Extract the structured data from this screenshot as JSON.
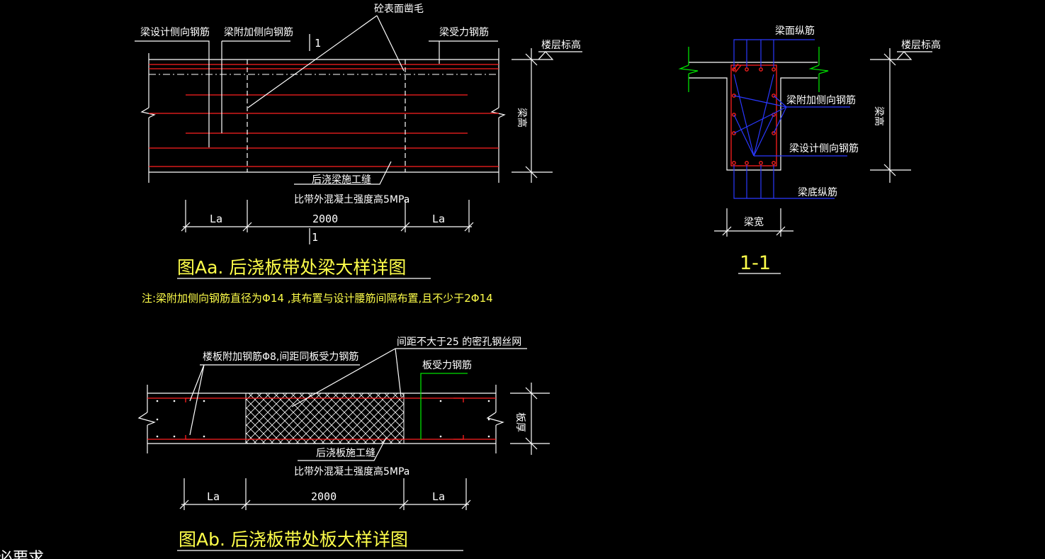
{
  "colors": {
    "background": "#000000",
    "line": "#ffffff",
    "rebar": "#ff2020",
    "section_rebar": "#2a38ff",
    "slab_line": "#00e000",
    "title": "#ffff4a"
  },
  "beam_detail": {
    "labels": {
      "beam_design_side_rebar": "梁设计侧向钢筋",
      "beam_extra_side_rebar": "梁附加侧向钢筋",
      "roughened_surface": "砼表面凿毛",
      "beam_main_rebar": "梁受力钢筋",
      "floor_elevation": "楼层标高",
      "beam_height": "梁高",
      "section_mark": "1",
      "construction_joint": "后浇梁施工缝",
      "strength_note": "比带外混凝土强度高5MPa"
    },
    "dimensions": [
      "La",
      "2000",
      "La"
    ],
    "title": "图Aa. 后浇板带处梁大样详图",
    "note": "注:梁附加侧向钢筋直径为Φ14 ,其布置与设计腰筋间隔布置,且不少于2Φ14"
  },
  "section_detail": {
    "labels": {
      "beam_top_rebar": "梁面纵筋",
      "floor_elevation": "楼层标高",
      "beam_extra_side_rebar": "梁附加侧向钢筋",
      "beam_height": "梁高",
      "beam_design_side_rebar": "梁设计侧向钢筋",
      "beam_bottom_rebar": "梁底纵筋",
      "beam_width": "梁宽"
    },
    "title": "1-1"
  },
  "slab_detail": {
    "labels": {
      "mesh": "间距不大于25 的密孔钢丝网",
      "slab_extra_rebar": "楼板附加钢筋Φ8,间距同板受力钢筋",
      "slab_main_rebar": "板受力钢筋",
      "slab_thickness": "板厚",
      "construction_joint": "后浇板施工缝",
      "strength_note": "比带外混凝土强度高5MPa"
    },
    "dimensions": [
      "La",
      "2000",
      "La"
    ],
    "title": "图Ab. 后浇板带处板大样详图"
  },
  "edge_text": "必要求"
}
